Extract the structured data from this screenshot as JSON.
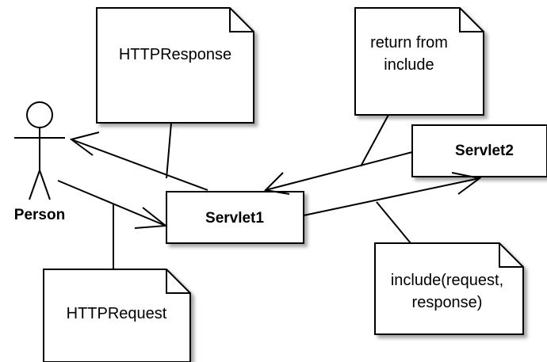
{
  "actor": {
    "label": "Person"
  },
  "boxes": {
    "servlet1": "Servlet1",
    "servlet2": "Servlet2"
  },
  "notes": {
    "http_response": [
      "HTTPResponse"
    ],
    "return_from_include": [
      "return from",
      "include"
    ],
    "http_request": [
      "HTTPRequest"
    ],
    "include_call": [
      "include(request,",
      "response)"
    ]
  }
}
